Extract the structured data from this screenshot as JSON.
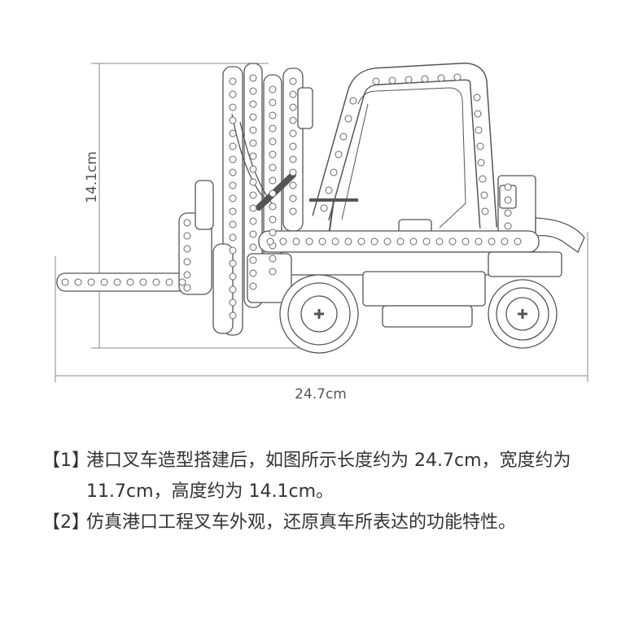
{
  "dimensions": {
    "height_label": "14.1cm",
    "length_label": "24.7cm"
  },
  "notes": [
    {
      "marker": "【1】",
      "text": "港口叉车造型搭建后，如图所示长度约为 24.7cm，宽度约为 11.7cm，高度约为 14.1cm。"
    },
    {
      "marker": "【2】",
      "text": "仿真港口工程叉车外观，还原真车所表达的功能特性。"
    }
  ]
}
